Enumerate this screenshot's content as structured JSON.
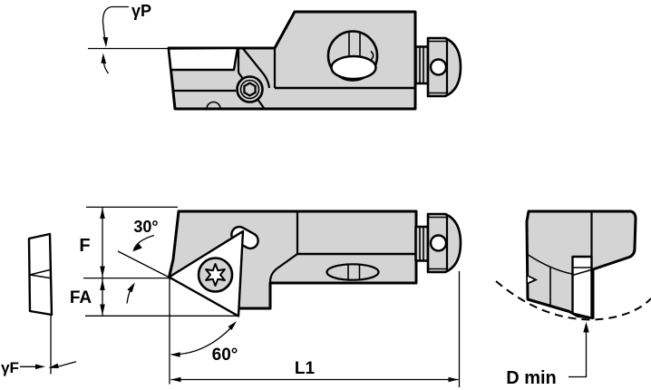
{
  "drawing_title": "Toolholder engineering drawing",
  "colors": {
    "background": "#ffffff",
    "body_fill": "#d4d4d4",
    "line": "#000000"
  },
  "labels": {
    "gamma_p": "γP",
    "gamma_f": "γF",
    "f": "F",
    "fa": "FA",
    "angle_30": "30°",
    "angle_60": "60°",
    "l1": "L1",
    "d_min": "D min"
  }
}
